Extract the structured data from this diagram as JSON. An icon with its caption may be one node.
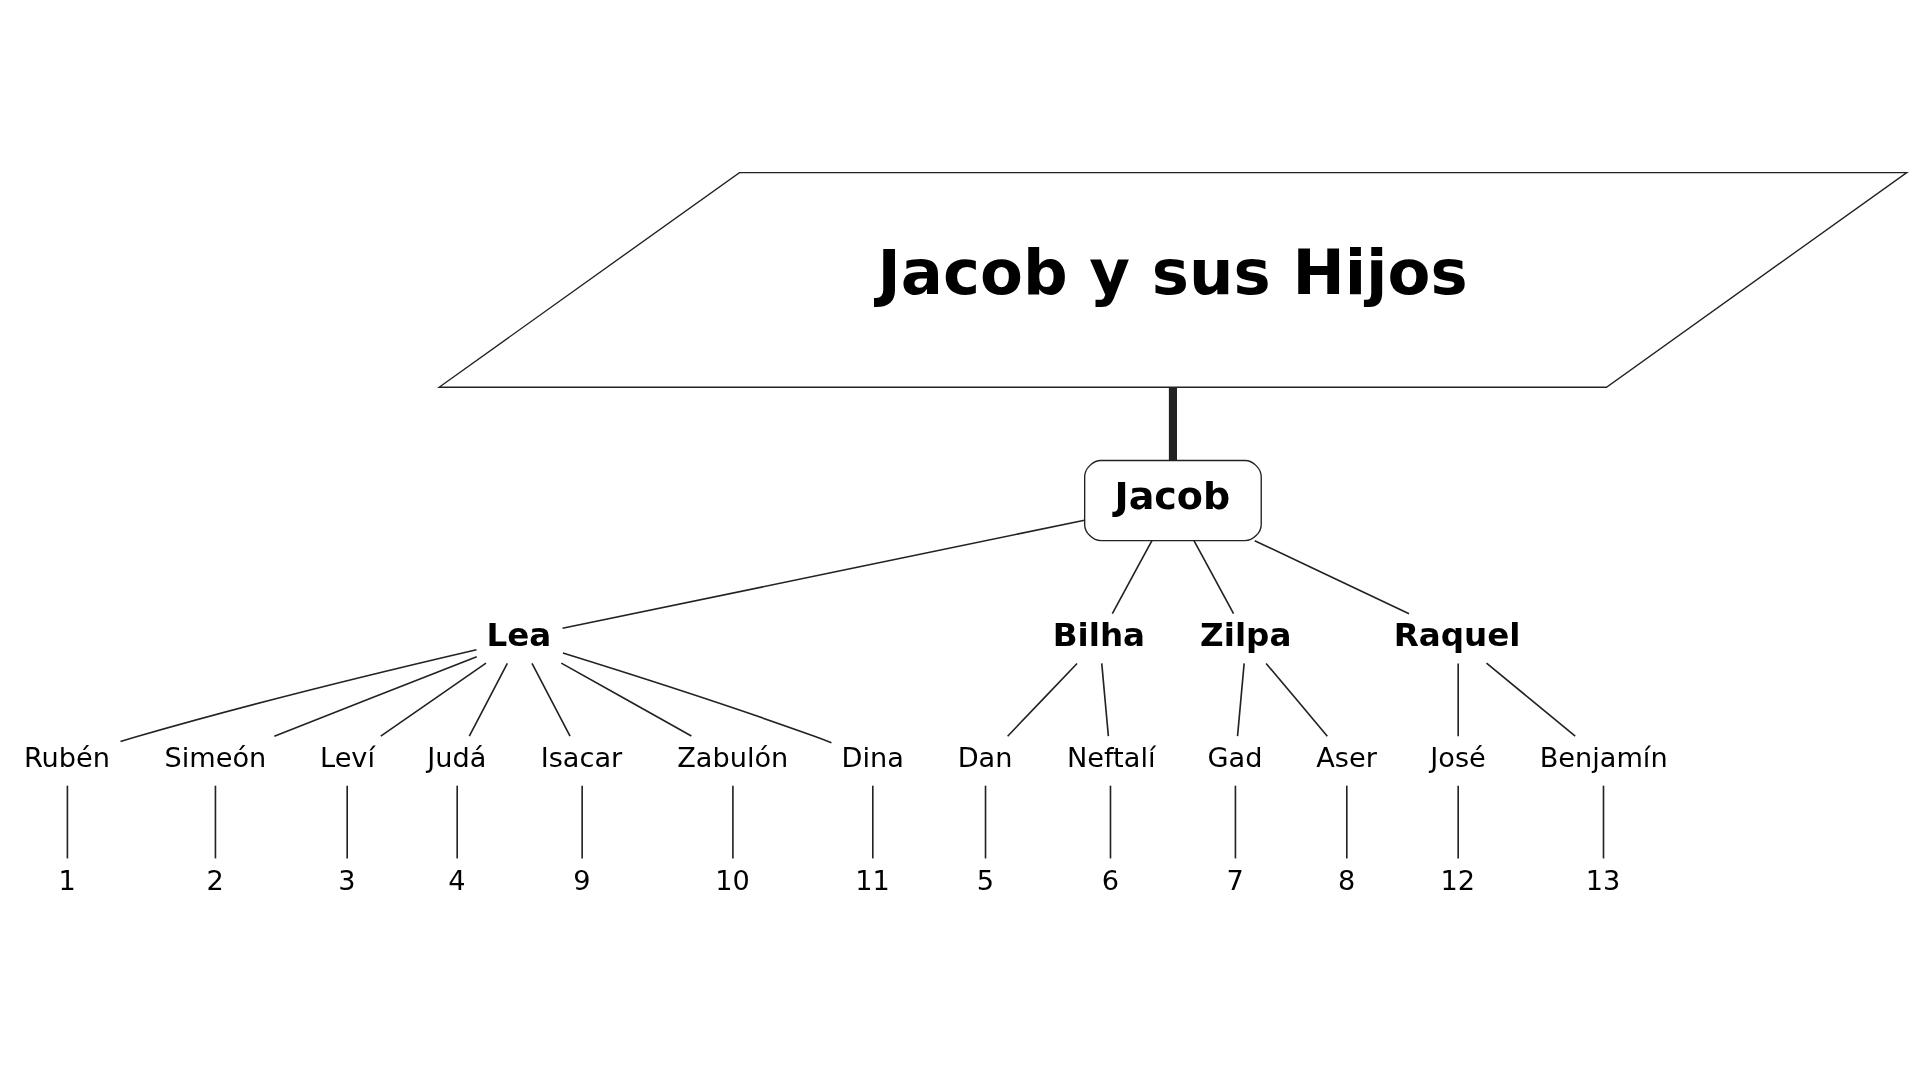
{
  "diagram": {
    "nodes": [
      {
        "text": [
          "Jacob y sus Hijos"
        ]
      },
      {
        "text": [
          "Jacob"
        ]
      },
      {
        "text": [
          "Lea"
        ]
      },
      {
        "text": [
          "Bilha"
        ]
      },
      {
        "text": [
          "Zilpa"
        ]
      },
      {
        "text": [
          "Raquel"
        ]
      },
      {
        "text": [
          "Rubén"
        ]
      },
      {
        "text": [
          "Simeón"
        ]
      },
      {
        "text": [
          "Leví"
        ]
      },
      {
        "text": [
          "Judá"
        ]
      },
      {
        "text": [
          "Isacar"
        ]
      },
      {
        "text": [
          "Zabulón"
        ]
      },
      {
        "text": [
          "Dina"
        ]
      },
      {
        "text": [
          "Dan"
        ]
      },
      {
        "text": [
          "Neftalí"
        ]
      },
      {
        "text": [
          "Gad"
        ]
      },
      {
        "text": [
          "Aser"
        ]
      },
      {
        "text": [
          "José"
        ]
      },
      {
        "text": [
          "Benjamín"
        ]
      },
      {
        "text": [
          "1"
        ]
      },
      {
        "text": [
          "2"
        ]
      },
      {
        "text": [
          "3"
        ]
      },
      {
        "text": [
          "4"
        ]
      },
      {
        "text": [
          "9"
        ]
      },
      {
        "text": [
          "10"
        ]
      },
      {
        "text": [
          "11"
        ]
      },
      {
        "text": [
          "5"
        ]
      },
      {
        "text": [
          "6"
        ]
      },
      {
        "text": [
          "7"
        ]
      },
      {
        "text": [
          "8"
        ]
      },
      {
        "text": [
          "12"
        ]
      },
      {
        "text": [
          "13"
        ]
      }
    ],
    "edges": [
      {
        "from": 0,
        "to": 1,
        "arrow": "none",
        "style": "thick"
      },
      {
        "from": 1,
        "to": 2,
        "arrow": "none"
      },
      {
        "from": 1,
        "to": 3,
        "arrow": "none"
      },
      {
        "from": 1,
        "to": 4,
        "arrow": "none"
      },
      {
        "from": 1,
        "to": 5,
        "arrow": "none"
      },
      {
        "from": 2,
        "to": 6,
        "arrow": "none"
      },
      {
        "from": 2,
        "to": 7,
        "arrow": "none"
      },
      {
        "from": 2,
        "to": 8,
        "arrow": "none"
      },
      {
        "from": 2,
        "to": 9,
        "arrow": "none"
      },
      {
        "from": 2,
        "to": 10,
        "arrow": "none"
      },
      {
        "from": 2,
        "to": 11,
        "arrow": "none"
      },
      {
        "from": 2,
        "to": 12,
        "arrow": "none"
      },
      {
        "from": 3,
        "to": 13,
        "arrow": "none"
      },
      {
        "from": 3,
        "to": 14,
        "arrow": "none"
      },
      {
        "from": 4,
        "to": 15,
        "arrow": "none"
      },
      {
        "from": 4,
        "to": 16,
        "arrow": "none"
      },
      {
        "from": 5,
        "to": 17,
        "arrow": "none"
      },
      {
        "from": 5,
        "to": 18,
        "arrow": "none"
      },
      {
        "from": 6,
        "to": 19,
        "arrow": "none"
      },
      {
        "from": 7,
        "to": 20,
        "arrow": "none"
      },
      {
        "from": 8,
        "to": 21,
        "arrow": "none"
      },
      {
        "from": 9,
        "to": 22,
        "arrow": "none"
      },
      {
        "from": 10,
        "to": 23,
        "arrow": "none"
      },
      {
        "from": 11,
        "to": 24,
        "arrow": "none"
      },
      {
        "from": 12,
        "to": 25,
        "arrow": "none"
      },
      {
        "from": 13,
        "to": 26,
        "arrow": "none"
      },
      {
        "from": 14,
        "to": 27,
        "arrow": "none"
      },
      {
        "from": 15,
        "to": 28,
        "arrow": "none"
      },
      {
        "from": 16,
        "to": 29,
        "arrow": "none"
      },
      {
        "from": 17,
        "to": 30,
        "arrow": "none"
      },
      {
        "from": 18,
        "to": 31,
        "arrow": "none"
      }
    ]
  }
}
